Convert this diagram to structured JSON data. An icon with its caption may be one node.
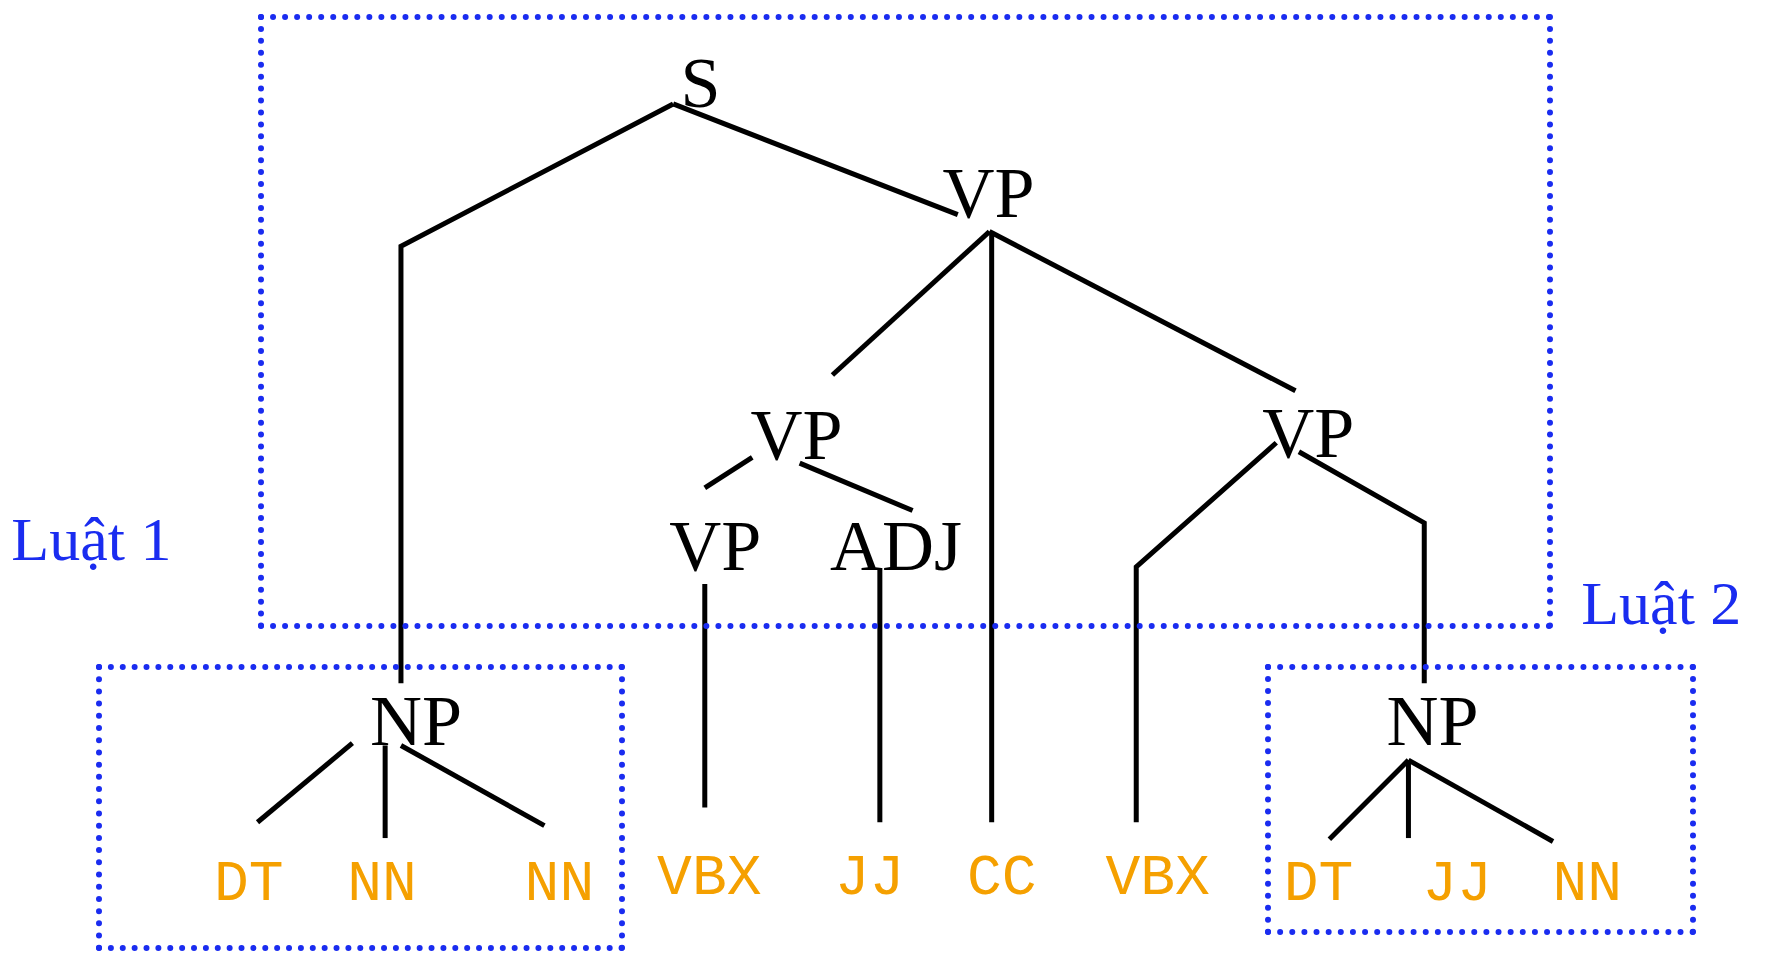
{
  "diagram": {
    "nodes": [
      {
        "text": [],
        "shape": "box"
      },
      {
        "text": [],
        "shape": "box"
      },
      {
        "text": [],
        "shape": "box"
      },
      {
        "text": [
          "S"
        ],
        "in": 0
      },
      {
        "text": [
          "VP"
        ],
        "in": 0
      },
      {
        "text": [
          "VP"
        ],
        "in": 0
      },
      {
        "text": [
          "VP"
        ],
        "in": 0
      },
      {
        "text": [
          "VP"
        ],
        "in": 0
      },
      {
        "text": [
          "ADJ"
        ],
        "in": 0
      },
      {
        "text": [
          "NP"
        ],
        "in": 1
      },
      {
        "text": [
          "DT"
        ],
        "in": 1
      },
      {
        "text": [
          "NN"
        ],
        "in": 1
      },
      {
        "text": [
          "NN"
        ],
        "in": 1
      },
      {
        "text": [
          "VBX"
        ]
      },
      {
        "text": [
          "JJ"
        ]
      },
      {
        "text": [
          "CC"
        ]
      },
      {
        "text": [
          "VBX"
        ]
      },
      {
        "text": [
          "NP"
        ],
        "in": 2
      },
      {
        "text": [
          "DT"
        ],
        "in": 2
      },
      {
        "text": [
          "JJ"
        ],
        "in": 2
      },
      {
        "text": [
          "NN"
        ],
        "in": 2
      }
    ],
    "edges": [
      {
        "from": 3,
        "to": 9,
        "arrow": "none"
      },
      {
        "from": 3,
        "to": 4,
        "arrow": "none"
      },
      {
        "from": 4,
        "to": 5,
        "arrow": "none"
      },
      {
        "from": 4,
        "to": 15,
        "arrow": "none"
      },
      {
        "from": 4,
        "to": 6,
        "arrow": "none"
      },
      {
        "from": 5,
        "to": 7,
        "arrow": "none"
      },
      {
        "from": 5,
        "to": 8,
        "arrow": "none"
      },
      {
        "from": 7,
        "to": 13,
        "arrow": "none"
      },
      {
        "from": 8,
        "to": 14,
        "arrow": "none"
      },
      {
        "from": 6,
        "to": 16,
        "arrow": "none"
      },
      {
        "from": 6,
        "to": 17,
        "arrow": "none"
      },
      {
        "from": 9,
        "to": 10,
        "arrow": "none"
      },
      {
        "from": 9,
        "to": 11,
        "arrow": "none"
      },
      {
        "from": 9,
        "to": 12,
        "arrow": "none"
      },
      {
        "from": 17,
        "to": 18,
        "arrow": "none"
      },
      {
        "from": 17,
        "to": 19,
        "arrow": "none"
      },
      {
        "from": 17,
        "to": 20,
        "arrow": "none"
      }
    ],
    "labels": [
      "Luật 1",
      "Luật 2"
    ]
  }
}
